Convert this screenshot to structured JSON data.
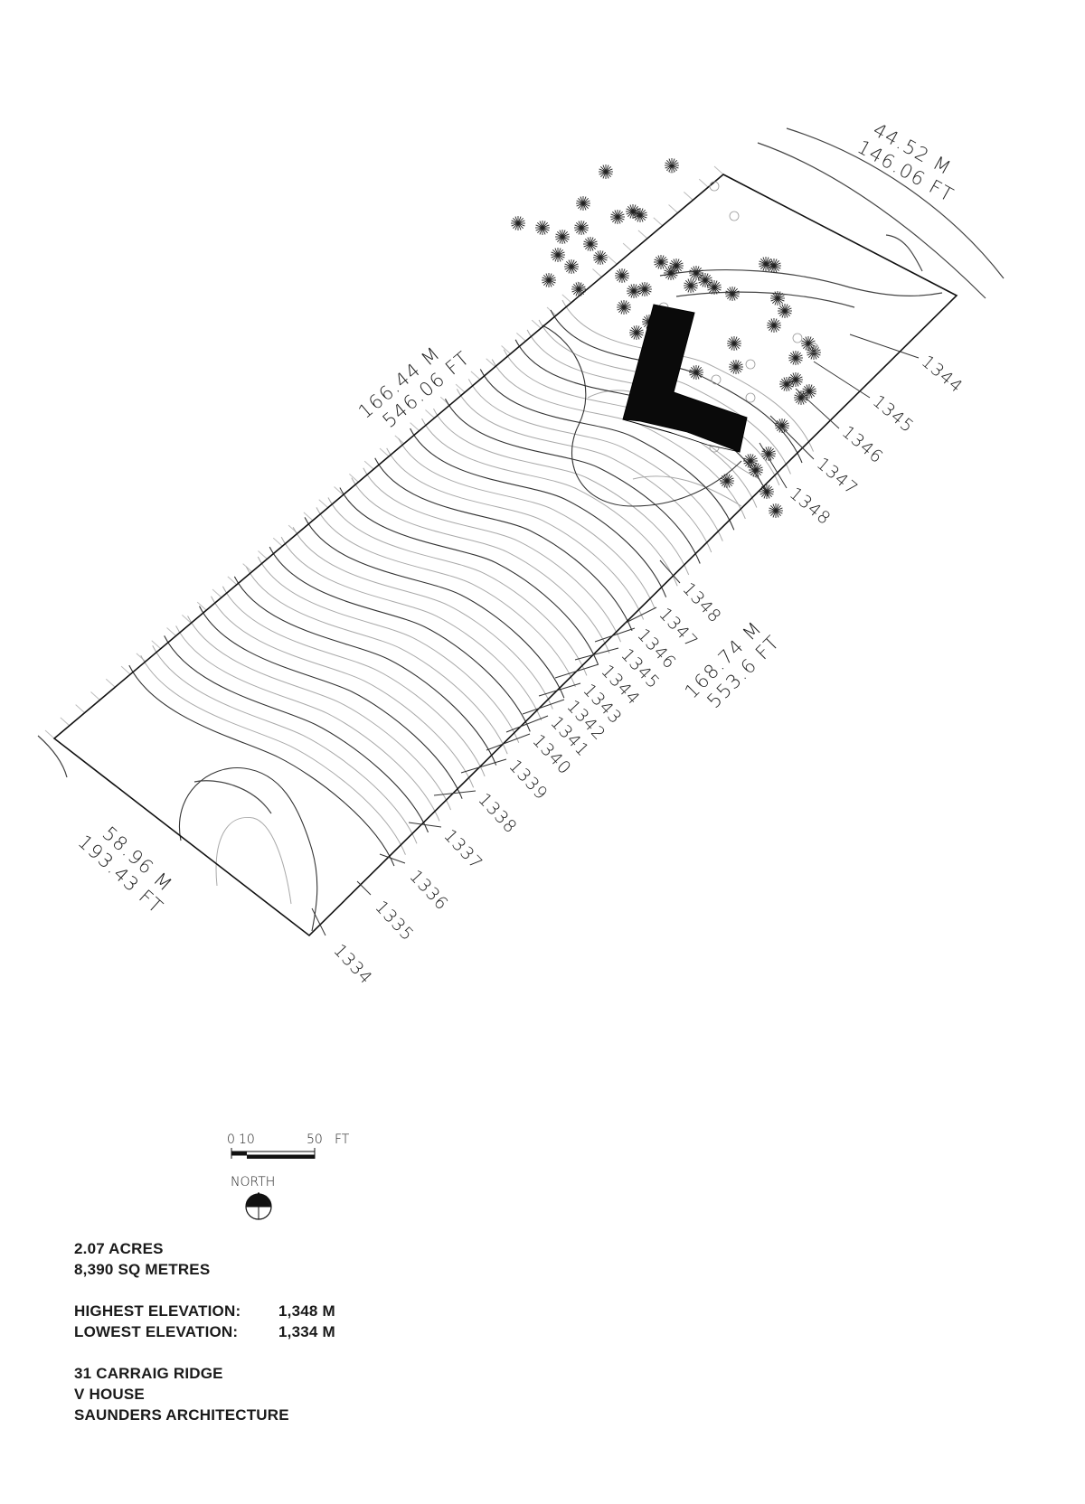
{
  "dimensions": {
    "northeast": [
      "44.52  M",
      "146.06  FT"
    ],
    "northwest": [
      "166.44  M",
      "546.06  FT"
    ],
    "southeast": [
      "168.74  M",
      "553.6  FT"
    ],
    "southwest": [
      "58.96  M",
      "193.43  FT"
    ]
  },
  "contour_labels_left": [
    "1334",
    "1335",
    "1336",
    "1337",
    "1338",
    "1339",
    "1340",
    "1341",
    "1342",
    "1343",
    "1344",
    "1345",
    "1346",
    "1347",
    "1348"
  ],
  "contour_labels_right": [
    "1344",
    "1345",
    "1346",
    "1347",
    "1348"
  ],
  "scale_bar": {
    "ticks": [
      "0",
      "10",
      "50"
    ],
    "unit": "FT",
    "north_label": "NORTH"
  },
  "info": {
    "area_acres": "2.07 ACRES",
    "area_metres": "8,390 SQ METRES",
    "elevations": [
      {
        "label": "HIGHEST ELEVATION:",
        "value": "1,348 M"
      },
      {
        "label": "LOWEST ELEVATION:",
        "value": "1,334 M"
      }
    ],
    "address": "31 CARRAIG RIDGE",
    "project": "V HOUSE",
    "architect": "SAUNDERS ARCHITECTURE"
  }
}
